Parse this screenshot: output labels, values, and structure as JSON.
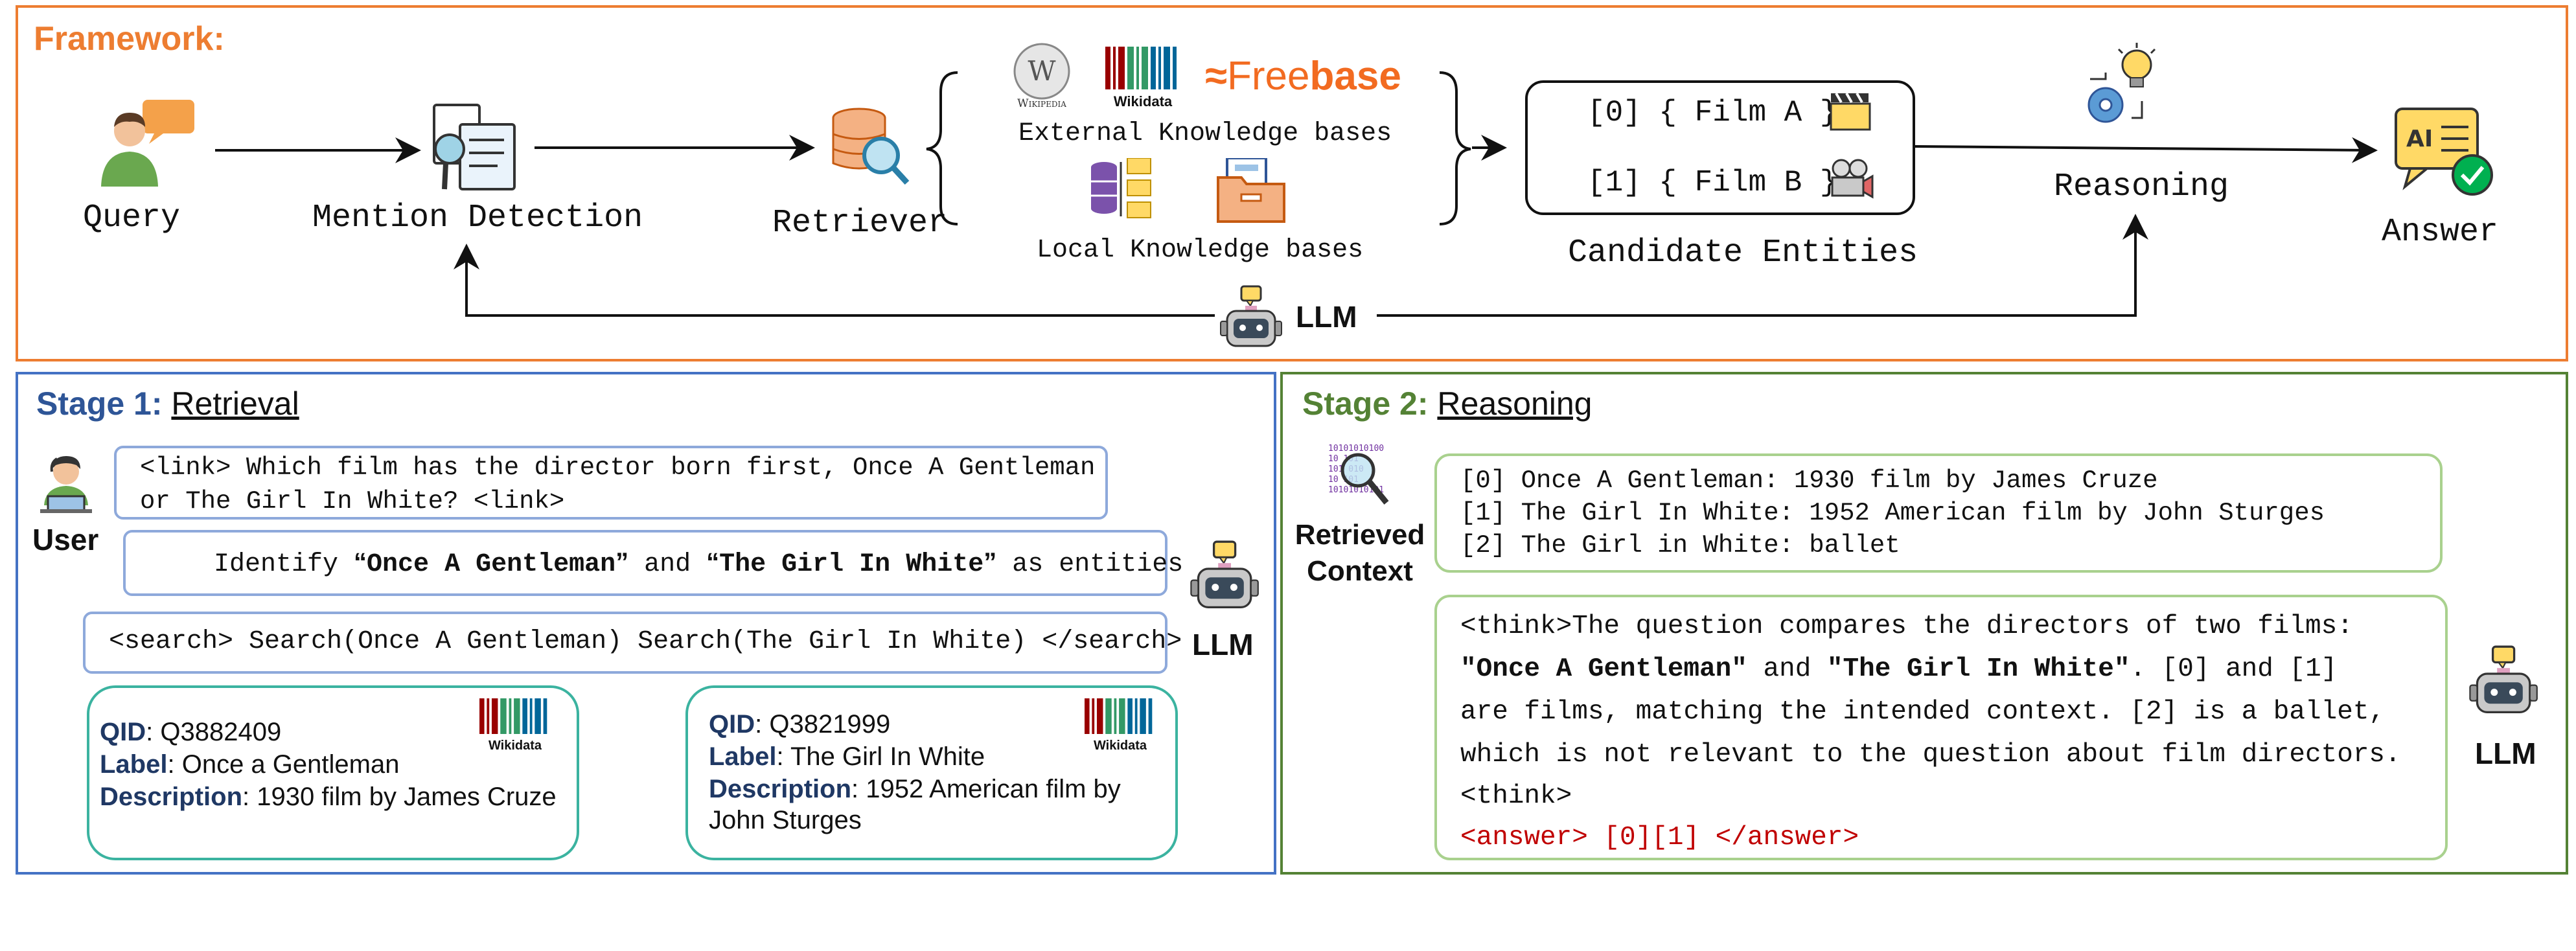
{
  "framework": {
    "title": "Framework:",
    "nodes": {
      "query": "Query",
      "mention_detection": "Mention Detection",
      "retriever": "Retriever",
      "external_kb": "External Knowledge bases",
      "local_kb": "Local Knowledge bases",
      "candidate_entities": "Candidate Entities",
      "reasoning": "Reasoning",
      "answer": "Answer",
      "llm": "LLM"
    },
    "logos": {
      "wikipedia": "Wikipedia",
      "wikidata": "Wikidata",
      "freebase_pre": "Free",
      "freebase_post": "base"
    },
    "candidates": [
      "[0] { Film A }",
      "[1] { Film B }"
    ]
  },
  "stage1": {
    "title_prefix": "Stage 1:",
    "title": "Retrieval",
    "user_label": "User",
    "llm_label": "LLM",
    "query_line1": "<link> Which film has the director born first, Once A Gentleman",
    "query_line2": "or The Girl In White? <link>",
    "identify": {
      "pre": "Identify ",
      "quote_open": "“",
      "quote_close": "”",
      "entity1": "Once A Gentleman",
      "mid": " and ",
      "entity2": "The Girl In White",
      "post": " as entities"
    },
    "search": "<search> Search(Once A Gentleman) Search(The Girl In White) </search>",
    "cards": [
      {
        "qid_key": "QID",
        "qid": ": Q3882409",
        "label_key": "Label",
        "label": ": Once a Gentleman",
        "desc_key": "Description",
        "desc": ": 1930 film by James Cruze",
        "desc2": "",
        "logo": "Wikidata"
      },
      {
        "qid_key": "QID",
        "qid": ": Q3821999",
        "label_key": "Label",
        "label": ": The Girl In White",
        "desc_key": "Description",
        "desc": ": 1952 American film by",
        "desc2": "John Sturges",
        "logo": "Wikidata"
      }
    ]
  },
  "stage2": {
    "title_prefix": "Stage 2:",
    "title": "Reasoning",
    "retrieved_line1": "Retrieved",
    "retrieved_line2": "Context",
    "llm_label": "LLM",
    "context_lines": [
      "[0] Once A Gentleman: 1930 film by James Cruze",
      "[1] The Girl In White: 1952 American film by John Sturges",
      "[2] The Girl in White: ballet"
    ],
    "think": {
      "line1": "<think>The question compares the directors of two films:",
      "q": "\"",
      "e1": "Once A Gentleman",
      "and": " and ",
      "e2": "The Girl In White",
      "line2_post": ". [0] and [1]",
      "line3": "are films, matching the intended context. [2] is a ballet,",
      "line4": "which is not relevant to the question about film directors.",
      "line5": "<think>",
      "answer": "<answer> [0][1] </answer>"
    }
  },
  "colors": {
    "framework_border": "#ed7d31",
    "framework_title": "#ed7d31",
    "stage1_border": "#4472c4",
    "stage1_title": "#2e5597",
    "stage2_border": "#548235",
    "stage2_title": "#548235",
    "stage1_box": "#8ea9db",
    "stage2_box": "#a9d18e",
    "card_border": "#3bb3a0",
    "answer_red": "#c00000",
    "key_blue": "#1f3864"
  }
}
